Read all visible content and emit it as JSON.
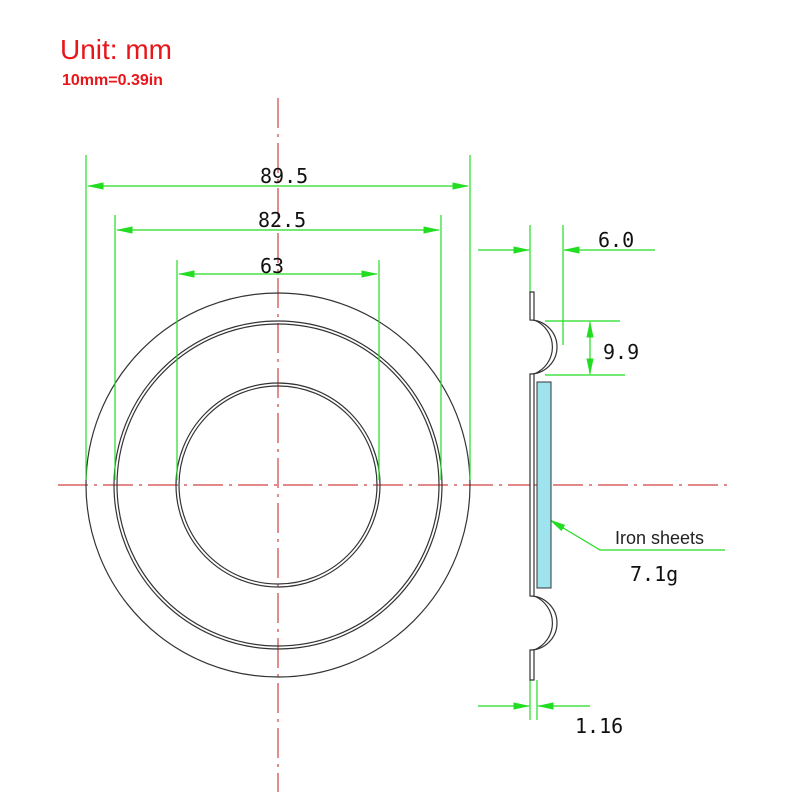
{
  "header": {
    "unit": "Unit: mm",
    "conversion": "10mm=0.39in"
  },
  "dimensions": {
    "outer": "89.5",
    "middle": "82.5",
    "inner": "63",
    "depth": "6.0",
    "roll": "9.9",
    "thickness": "1.16"
  },
  "annotation": {
    "label": "Iron sheets",
    "weight": "7.1g"
  },
  "colors": {
    "dimension": "#22dd22",
    "centerline": "#d04040",
    "outline": "#333333",
    "sheet": "#9fe3ef",
    "title": "#e8151b"
  }
}
